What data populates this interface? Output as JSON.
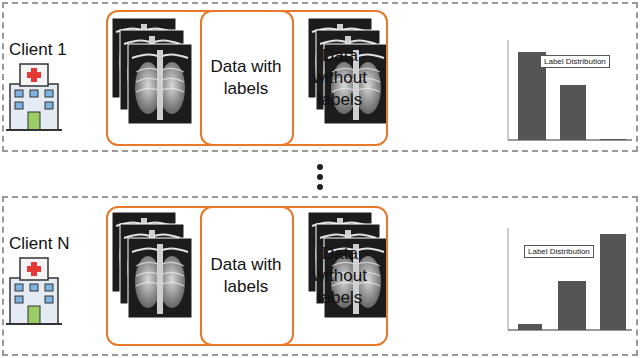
{
  "diagram": {
    "nodes": [
      {
        "text": [
          "Client 1"
        ]
      },
      {
        "text": [
          "Data with labels"
        ],
        "in": 0
      },
      {
        "text": [
          "Data without labels"
        ],
        "in": 0
      },
      {
        "text": [
          "Client N"
        ]
      },
      {
        "text": [
          "Data with labels"
        ],
        "in": 3
      },
      {
        "text": [
          "Data without labels"
        ],
        "in": 3
      }
    ],
    "labels": [
      "Label Distribution",
      "Label Distribution"
    ]
  }
}
